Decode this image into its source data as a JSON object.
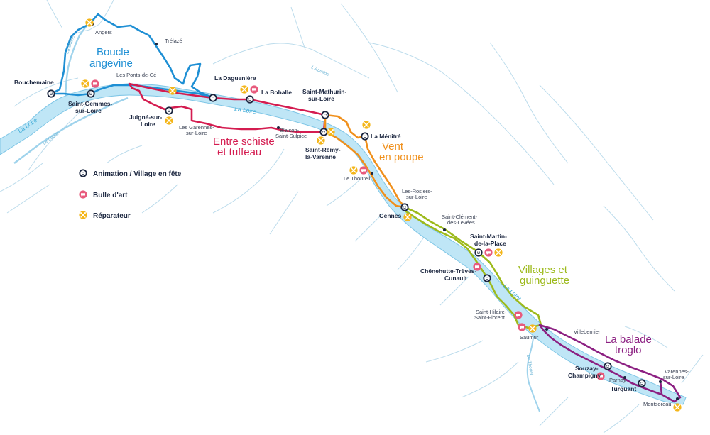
{
  "legend": {
    "animation": "Animation / Village en fête",
    "art": "Bulle d'art",
    "repair": "Réparateur"
  },
  "routes": {
    "boucle": {
      "line1": "Boucle",
      "line2": "angevine",
      "color": "#1e8fd4"
    },
    "schiste": {
      "line1": "Entre schiste",
      "line2": "et tuffeau",
      "color": "#d41c50"
    },
    "vent": {
      "line1": "Vent",
      "line2": "en poupe",
      "color": "#f0901c"
    },
    "villages": {
      "line1": "Villages et",
      "line2": "guinguette",
      "color": "#9dba1c"
    },
    "balade": {
      "line1": "La balade",
      "line2": "troglo",
      "color": "#8c2082"
    }
  },
  "rivers": {
    "loire_main": "La Loire",
    "loire_west": "La Loire",
    "loire_east": "La Loire",
    "maine": "La Maine",
    "louet": "Le Louet",
    "authion": "L'Authion",
    "thouet": "Le Thouet"
  },
  "towns": {
    "angers": "Angers",
    "trelaze": "Trélazé",
    "bouchemaine": "Bouchemaine",
    "ponts_de_ce": "Les Ponts-de-Cé",
    "saint_gemmes_1": "Saint-Gemmes-",
    "saint_gemmes_2": "sur-Loire",
    "juigne_1": "Juigné-sur-",
    "juigne_2": "Loire",
    "garennes_1": "Les Garennes-",
    "garennes_2": "sur-Loire",
    "daguenière": "La Daguenière",
    "bohalle": "La Bohalle",
    "blaison_1": "Blaison-",
    "blaison_2": "Saint-Sulpice",
    "mathurin_1": "Saint-Mathurin-",
    "mathurin_2": "sur-Loire",
    "remy_1": "Saint-Rémy-",
    "remy_2": "la-Varenne",
    "menitre": "La Ménitré",
    "thoureil": "Le Thoureil",
    "rosiers_1": "Les-Rosiers-",
    "rosiers_2": "sur-Loire",
    "gennes": "Gennes",
    "clement_1": "Saint-Clément-",
    "clement_2": "des-Levées",
    "martin_1": "Saint-Martin-",
    "martin_2": "de-la-Place",
    "chenehutte_1": "Chênehutte-Trèves-",
    "chenehutte_2": "Cunault",
    "hilaire_1": "Saint-Hilaire-",
    "hilaire_2": "Saint-Florent",
    "saumur": "Saumur",
    "villebernier": "Villebernier",
    "souzay_1": "Souzay-",
    "souzay_2": "Champigny",
    "parnay": "Parnay",
    "varennes_1": "Varennes-",
    "varennes_2": "sur-Loire",
    "turquant": "Turquant",
    "montsoreau": "Montsoreau"
  },
  "colors": {
    "river": "#bfe6f6",
    "river_line": "#7fc6e6",
    "navy": "#1c2740",
    "art": "#e85b7d",
    "repair": "#f4b61a"
  },
  "icons": {
    "animation": "smiley-face-icon",
    "art": "speech-bubble-icon",
    "repair": "crossed-tools-icon"
  }
}
